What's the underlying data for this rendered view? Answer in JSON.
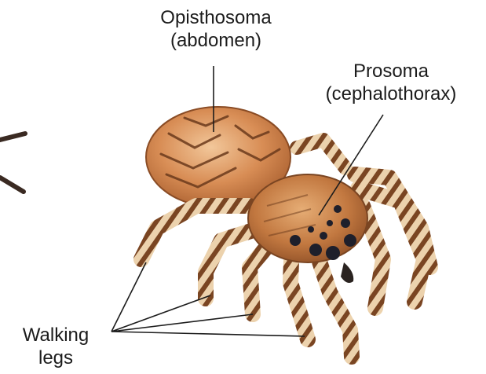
{
  "diagram": {
    "labels": {
      "opisthosoma": {
        "line1": "Opisthosoma",
        "line2": "(abdomen)"
      },
      "prosoma": {
        "line1": "Prosoma",
        "line2": "(cephalothorax)"
      },
      "walking_legs": {
        "line1": "Walking",
        "line2": "legs"
      }
    },
    "colors": {
      "body_brown": "#c77a45",
      "stripe_dark": "#6b3a1c",
      "leg_light": "#e8c9a0",
      "eye_black": "#1e1f2b",
      "leader_line": "#1c1c1c"
    }
  }
}
